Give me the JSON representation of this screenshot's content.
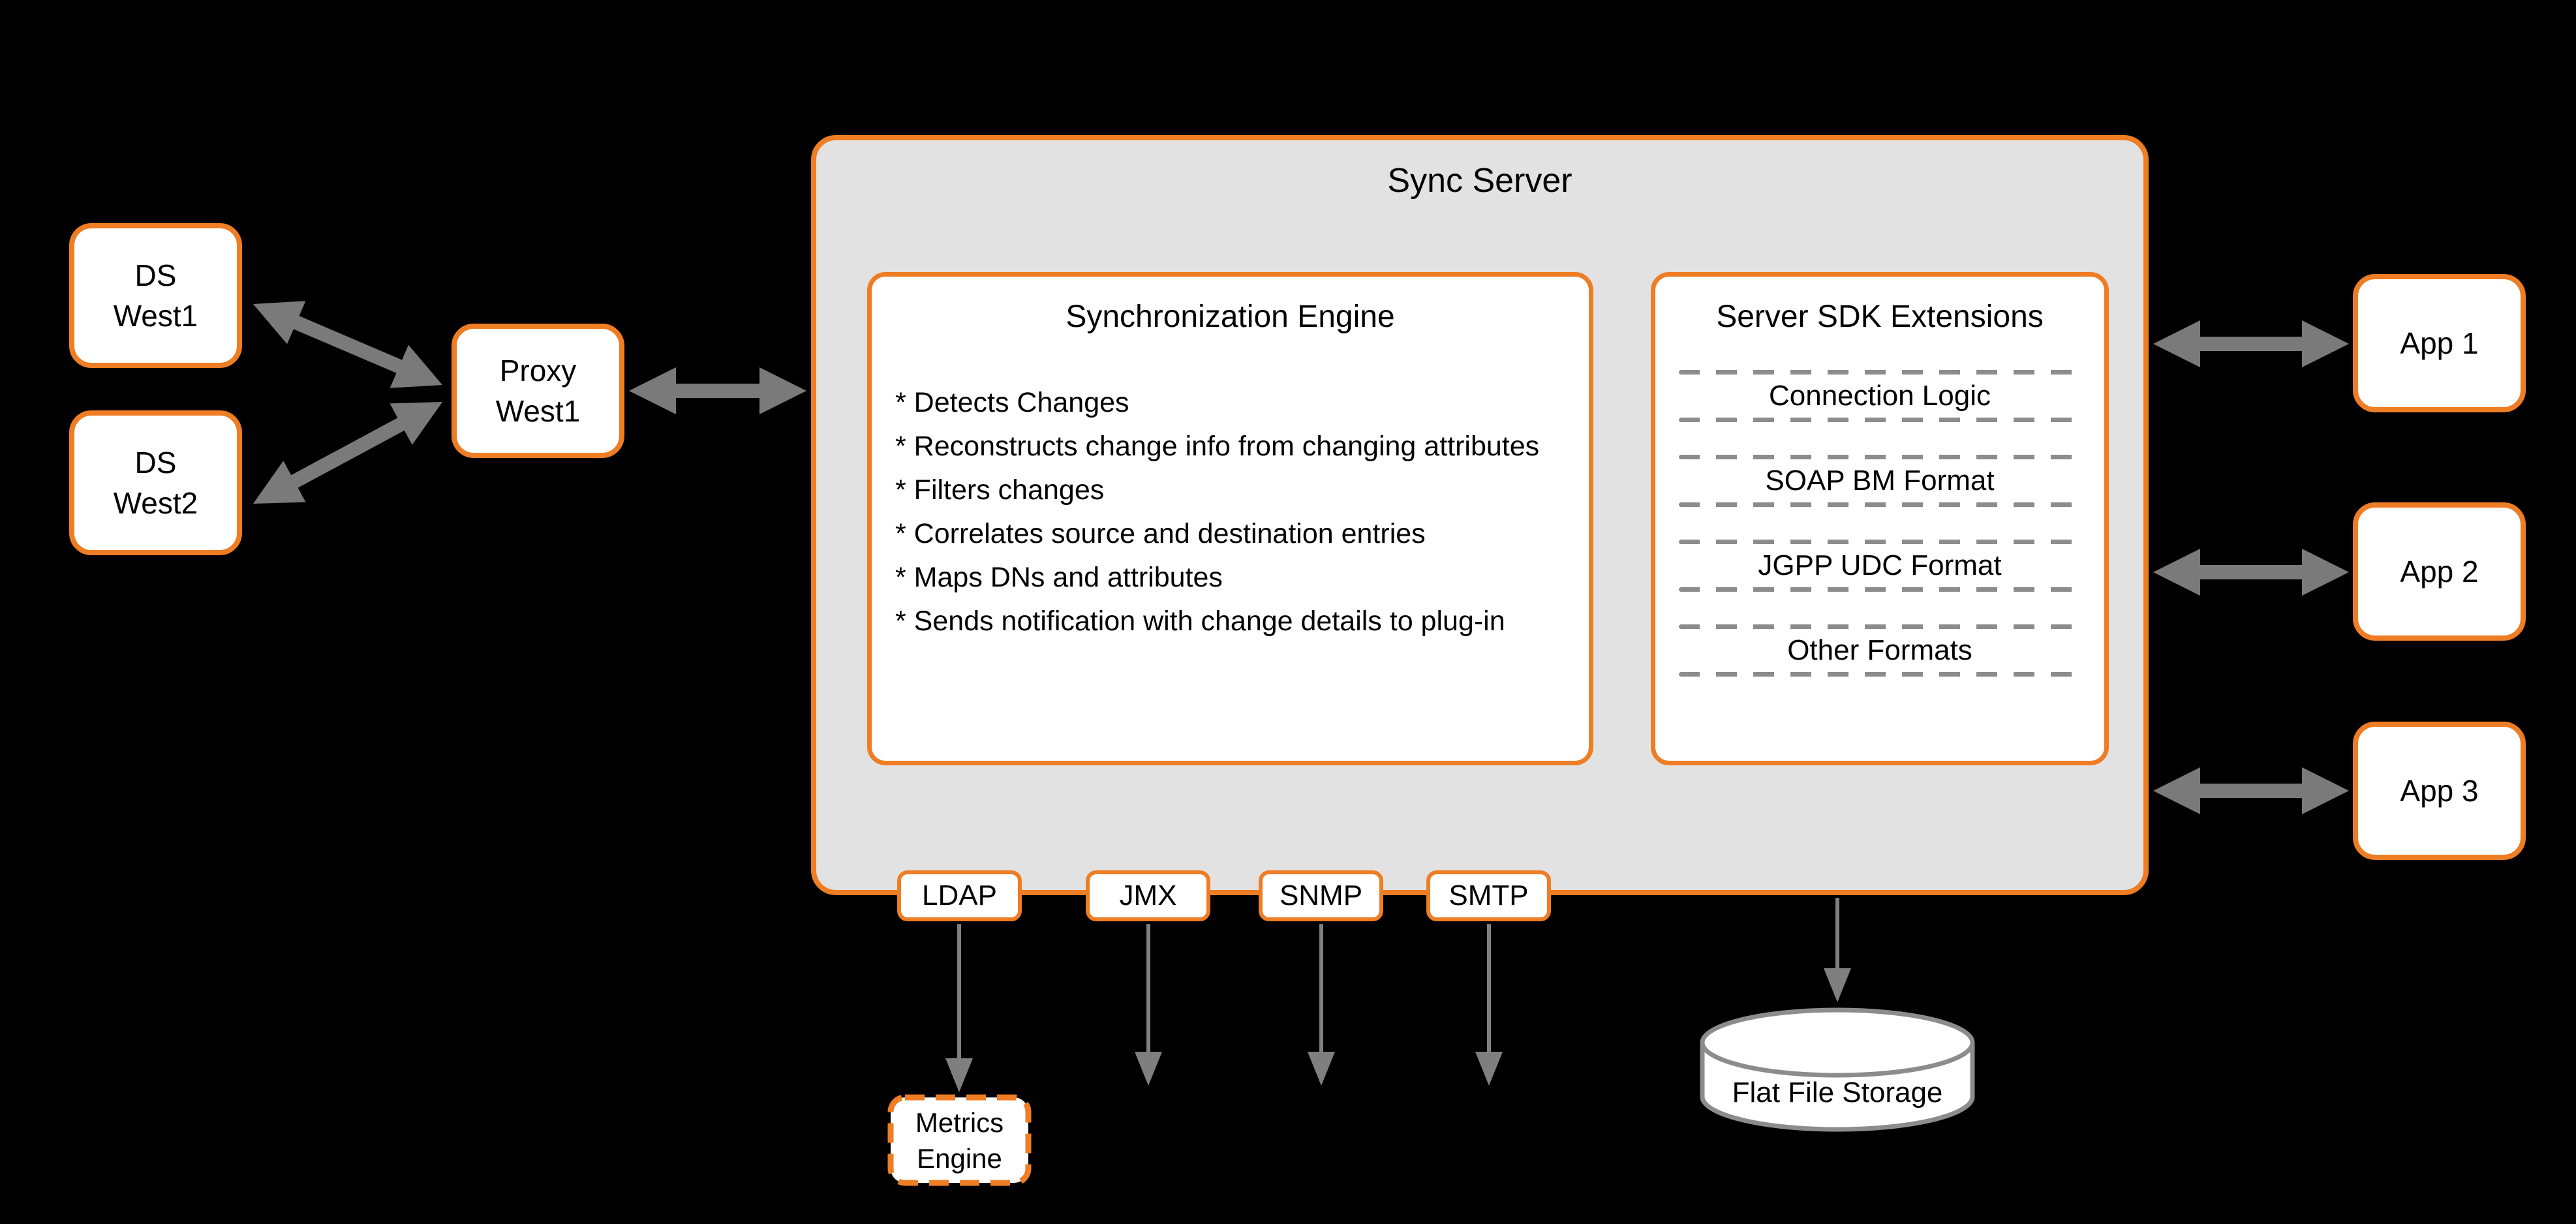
{
  "title": "Sync Server",
  "nodes": {
    "ds_west1": "DS\nWest1",
    "ds_west2": "DS\nWest2",
    "proxy_west1": "Proxy\nWest1",
    "app1": "App 1",
    "app2": "App 2",
    "app3": "App 3",
    "metrics_engine": "Metrics\nEngine",
    "flat_file_storage": "Flat File Storage"
  },
  "protocols": [
    "LDAP",
    "JMX",
    "SNMP",
    "SMTP"
  ],
  "sync_engine": {
    "heading": "Synchronization Engine",
    "bullets": [
      "* Detects Changes",
      "* Reconstructs change info from changing attributes",
      "* Filters changes",
      "* Correlates source and destination entries",
      "* Maps DNs and attributes",
      "* Sends notification with change details to plug-in"
    ]
  },
  "sdk": {
    "heading": "Server SDK Extensions",
    "items": [
      "Connection Logic",
      "SOAP BM Format",
      "JGPP UDC Format",
      "Other Formats"
    ]
  },
  "colors": {
    "accent_orange": "#EE7D23",
    "panel_gray": "#E2E2E2",
    "arrow_gray": "#7A7A7A",
    "dash_gray": "#8C8C8C",
    "box_white": "#FFFFFF",
    "background": "#000000",
    "text": "#000000"
  }
}
